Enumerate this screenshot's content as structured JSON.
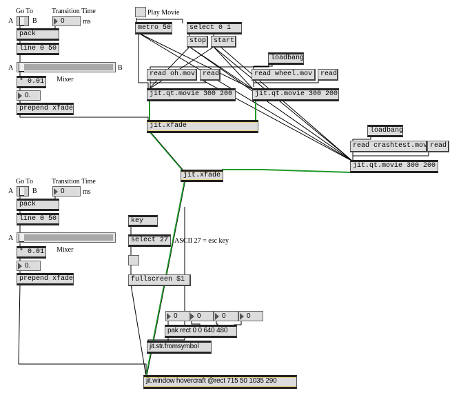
{
  "patch": {
    "play_movie": {
      "label": "Play Movie"
    },
    "metro": "metro 50",
    "select01": "select 0 1",
    "stop": "stop",
    "start": "start",
    "loadbang1": "loadbang",
    "loadbang2": "loadbang",
    "read_oh": "read oh.mov",
    "read1": "read",
    "read_wheel": "read wheel.mov",
    "read2": "read",
    "read_crash": "read crashtest.mov",
    "read3": "read",
    "movie1": "jit.qt.movie 300 200",
    "movie2": "jit.qt.movie 300 200",
    "movie3": "jit.qt.movie 300 200",
    "xfade_top": "jit.xfade",
    "xfade_mid": "jit.xfade",
    "key": "key",
    "select27": "select 27",
    "ascii_comment": "ASCII 27 = esc key",
    "fullscreen": "fullscreen $1",
    "pak": "pak rect 0 0 640 480",
    "fromsymbol": "jit.str.fromsymbol",
    "window": "jit.window hovercraft @rect 715 50 1035 290",
    "rect_numbers": [
      "0",
      "0",
      "0",
      "0"
    ]
  },
  "mixer1": {
    "goto_label": "Go To",
    "transition_label": "Transition Time",
    "a_label": "A",
    "b_label": "B",
    "ms_label": "ms",
    "transition_value": "0",
    "pack": "pack",
    "line": "line 0 50",
    "slider_a": "A",
    "slider_b": "B",
    "slider_value": 0,
    "mixer_label": "Mixer",
    "multiply": "* 0.01",
    "float_value": "0.",
    "prepend": "prepend xfade"
  },
  "mixer2": {
    "goto_label": "Go To",
    "transition_label": "Transition Time",
    "a_label": "A",
    "b_label": "B",
    "ms_label": "ms",
    "transition_value": "0",
    "pack": "pack",
    "line": "line 0 50",
    "slider_a": "A",
    "slider_value": 0,
    "mixer_label": "Mixer",
    "multiply": "* 0.01",
    "float_value": "0.",
    "prepend": "prepend xfade"
  },
  "colors": {
    "video_cord": "#22aa33",
    "cord": "#000000",
    "box": "#dcdcdc"
  }
}
